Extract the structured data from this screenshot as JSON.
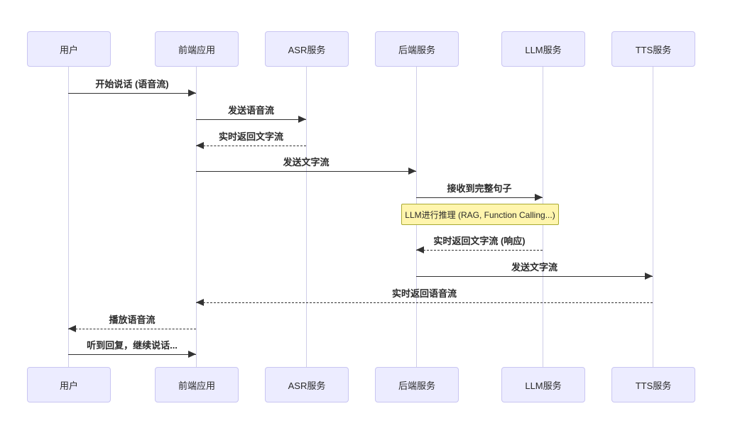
{
  "diagram": {
    "type": "sequence-diagram",
    "actors": [
      {
        "name": "用户"
      },
      {
        "name": "前端应用"
      },
      {
        "name": "ASR服务"
      },
      {
        "name": "后端服务"
      },
      {
        "name": "LLM服务"
      },
      {
        "name": "TTS服务"
      }
    ],
    "messages": [
      {
        "from": "用户",
        "to": "前端应用",
        "label": "开始说话 (语音流)",
        "line": "solid"
      },
      {
        "from": "前端应用",
        "to": "ASR服务",
        "label": "发送语音流",
        "line": "solid"
      },
      {
        "from": "ASR服务",
        "to": "前端应用",
        "label": "实时返回文字流",
        "line": "dashed"
      },
      {
        "from": "前端应用",
        "to": "后端服务",
        "label": "发送文字流",
        "line": "solid"
      },
      {
        "from": "后端服务",
        "to": "LLM服务",
        "label": "接收到完整句子",
        "line": "solid"
      },
      {
        "from": "LLM服务",
        "to": "后端服务",
        "label": "实时返回文字流 (响应)",
        "line": "dashed"
      },
      {
        "from": "后端服务",
        "to": "TTS服务",
        "label": "发送文字流",
        "line": "solid"
      },
      {
        "from": "TTS服务",
        "to": "前端应用",
        "label": "实时返回语音流",
        "line": "dashed"
      },
      {
        "from": "前端应用",
        "to": "用户",
        "label": "播放语音流",
        "line": "dashed"
      },
      {
        "from": "用户",
        "to": "前端应用",
        "label": "听到回复，继续说话...",
        "line": "solid"
      }
    ],
    "note": {
      "over": "后端服务, LLM服务",
      "label": "LLM进行推理 (RAG, Function Calling...)"
    },
    "colors": {
      "actor_fill": "#ECECFF",
      "actor_border": "#C9C5F2",
      "lifeline": "#CFCDE8",
      "arrow": "#333333",
      "note_fill": "#FFF5AD",
      "note_border": "#AAAA33",
      "text": "#2A2A2A"
    }
  }
}
